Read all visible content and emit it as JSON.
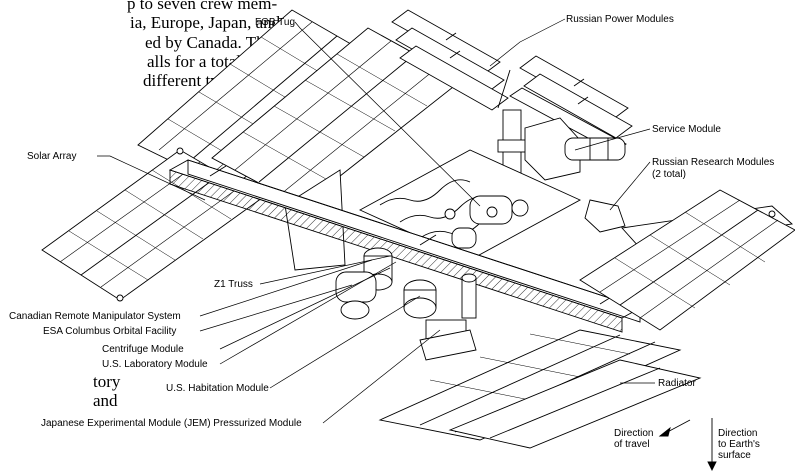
{
  "paragraph_fragments": {
    "top": [
      "p to seven crew mem-",
      "ia, Europe, Japan, and",
      "ed by Canada. The",
      "alls for a total of",
      "different types of"
    ],
    "bottom": [
      "tory",
      "and"
    ]
  },
  "labels": {
    "fgb_tug": "FGB Tug",
    "russian_power": "Russian Power Modules",
    "service_module": "Service Module",
    "russian_research_1": "Russian Research Modules",
    "russian_research_2": "(2 total)",
    "solar_array": "Solar Array",
    "z1_truss": "Z1 Truss",
    "canadian_arm": "Canadian Remote Manipulator System",
    "esa_columbus": "ESA Columbus Orbital Facility",
    "centrifuge": "Centrifuge Module",
    "us_lab": "U.S. Laboratory Module",
    "us_hab": "U.S. Habitation Module",
    "jem": "Japanese Experimental Module (JEM) Pressurized Module",
    "radiator": "Radiator",
    "direction_travel_1": "Direction",
    "direction_travel_2": "of travel",
    "direction_earth_1": "Direction",
    "direction_earth_2": "to Earth's",
    "direction_earth_3": "surface"
  }
}
